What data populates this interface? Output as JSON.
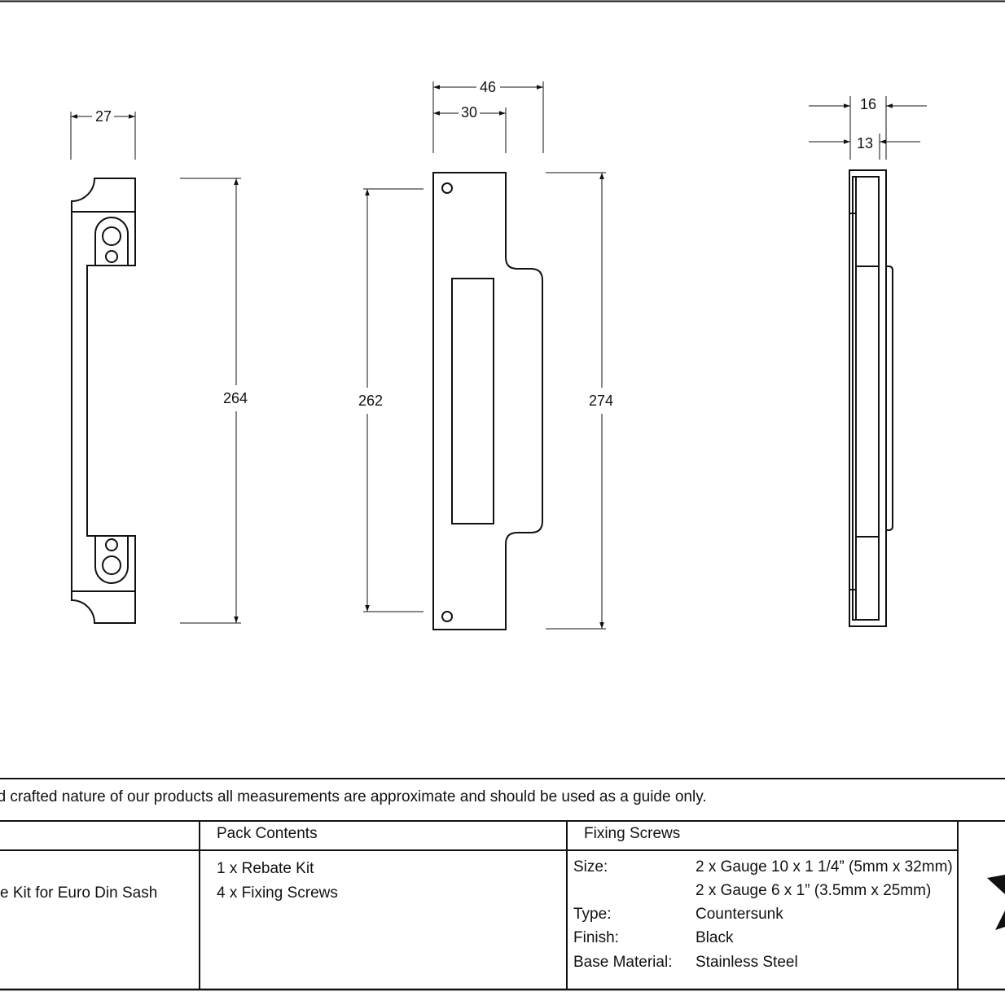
{
  "drawing": {
    "frame_view": {
      "width_label": "27",
      "height_label": "264"
    },
    "strike_plate_view": {
      "width_outer_label": "46",
      "width_inner_label": "30",
      "height_left_label": "262",
      "height_right_label": "274"
    },
    "side_view": {
      "depth_outer_label": "16",
      "depth_inner_label": "13"
    }
  },
  "disclaimer": "nd crafted nature of our products all measurements are approximate and should be used as a guide only.",
  "table": {
    "product_description": "e Kit for Euro Din Sash",
    "pack_contents": {
      "header": "Pack Contents",
      "items": [
        "1 x Rebate Kit",
        "4 x Fixing Screws"
      ]
    },
    "fixing_screws": {
      "header": "Fixing Screws",
      "size_label": "Size:",
      "size_values": [
        "2 x Gauge 10 x 1 1/4” (5mm x 32mm)",
        "2 x Gauge 6 x 1” (3.5mm x 25mm)"
      ],
      "type_label": "Type:",
      "type_value": "Countersunk",
      "finish_label": "Finish:",
      "finish_value": "Black",
      "material_label": "Base Material:",
      "material_value": "Stainless Steel"
    }
  }
}
